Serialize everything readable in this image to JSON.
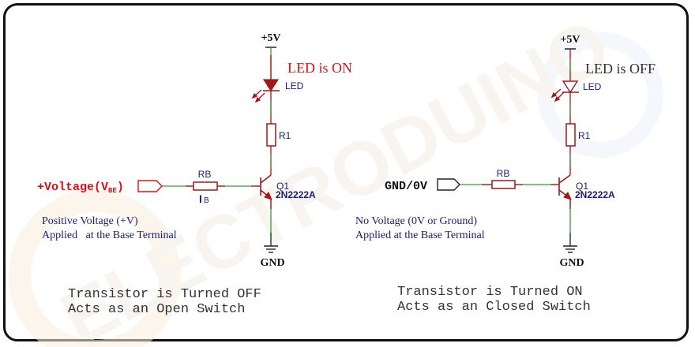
{
  "colors": {
    "wire_green": "#3a9a3a",
    "component_red": "#a01818",
    "label_navy": "#1a1a7a",
    "accent_red": "#e01010",
    "text_black": "#111111",
    "caption_gray": "#333333",
    "watermark": "#f7e6cf"
  },
  "watermark": {
    "text": "ELECTRODUINO"
  },
  "left_circuit": {
    "supply_label": "+5V",
    "led_status": "LED is ON",
    "led_label": "LED",
    "collector_resistor_label": "R1",
    "base_resistor_label": "RB",
    "base_current_label": "I",
    "base_current_sub": "B",
    "transistor_name": "Q1",
    "transistor_part": "2N2222A",
    "ground_label": "GND",
    "input_label_main": "+Voltage(V",
    "input_label_sub": "BE",
    "input_label_close": ")",
    "description_line1": "Positive Voltage (+V)",
    "description_line2": "Applied   at the Base Terminal",
    "caption_line1": "Transistor is Turned OFF",
    "caption_line2": "Acts as an Open Switch",
    "led_lit": true
  },
  "right_circuit": {
    "supply_label": "+5V",
    "led_status": "LED is OFF",
    "led_label": "LED",
    "collector_resistor_label": "R1",
    "base_resistor_label": "RB",
    "transistor_name": "Q1",
    "transistor_part": "2N2222A",
    "ground_label": "GND",
    "input_label": "GND/0V",
    "description_line1": "No Voltage (0V or Ground)",
    "description_line2": "Applied at the Base Terminal",
    "caption_line1": "Transistor is Turned ON",
    "caption_line2": "Acts as an Closed Switch",
    "led_lit": false
  }
}
